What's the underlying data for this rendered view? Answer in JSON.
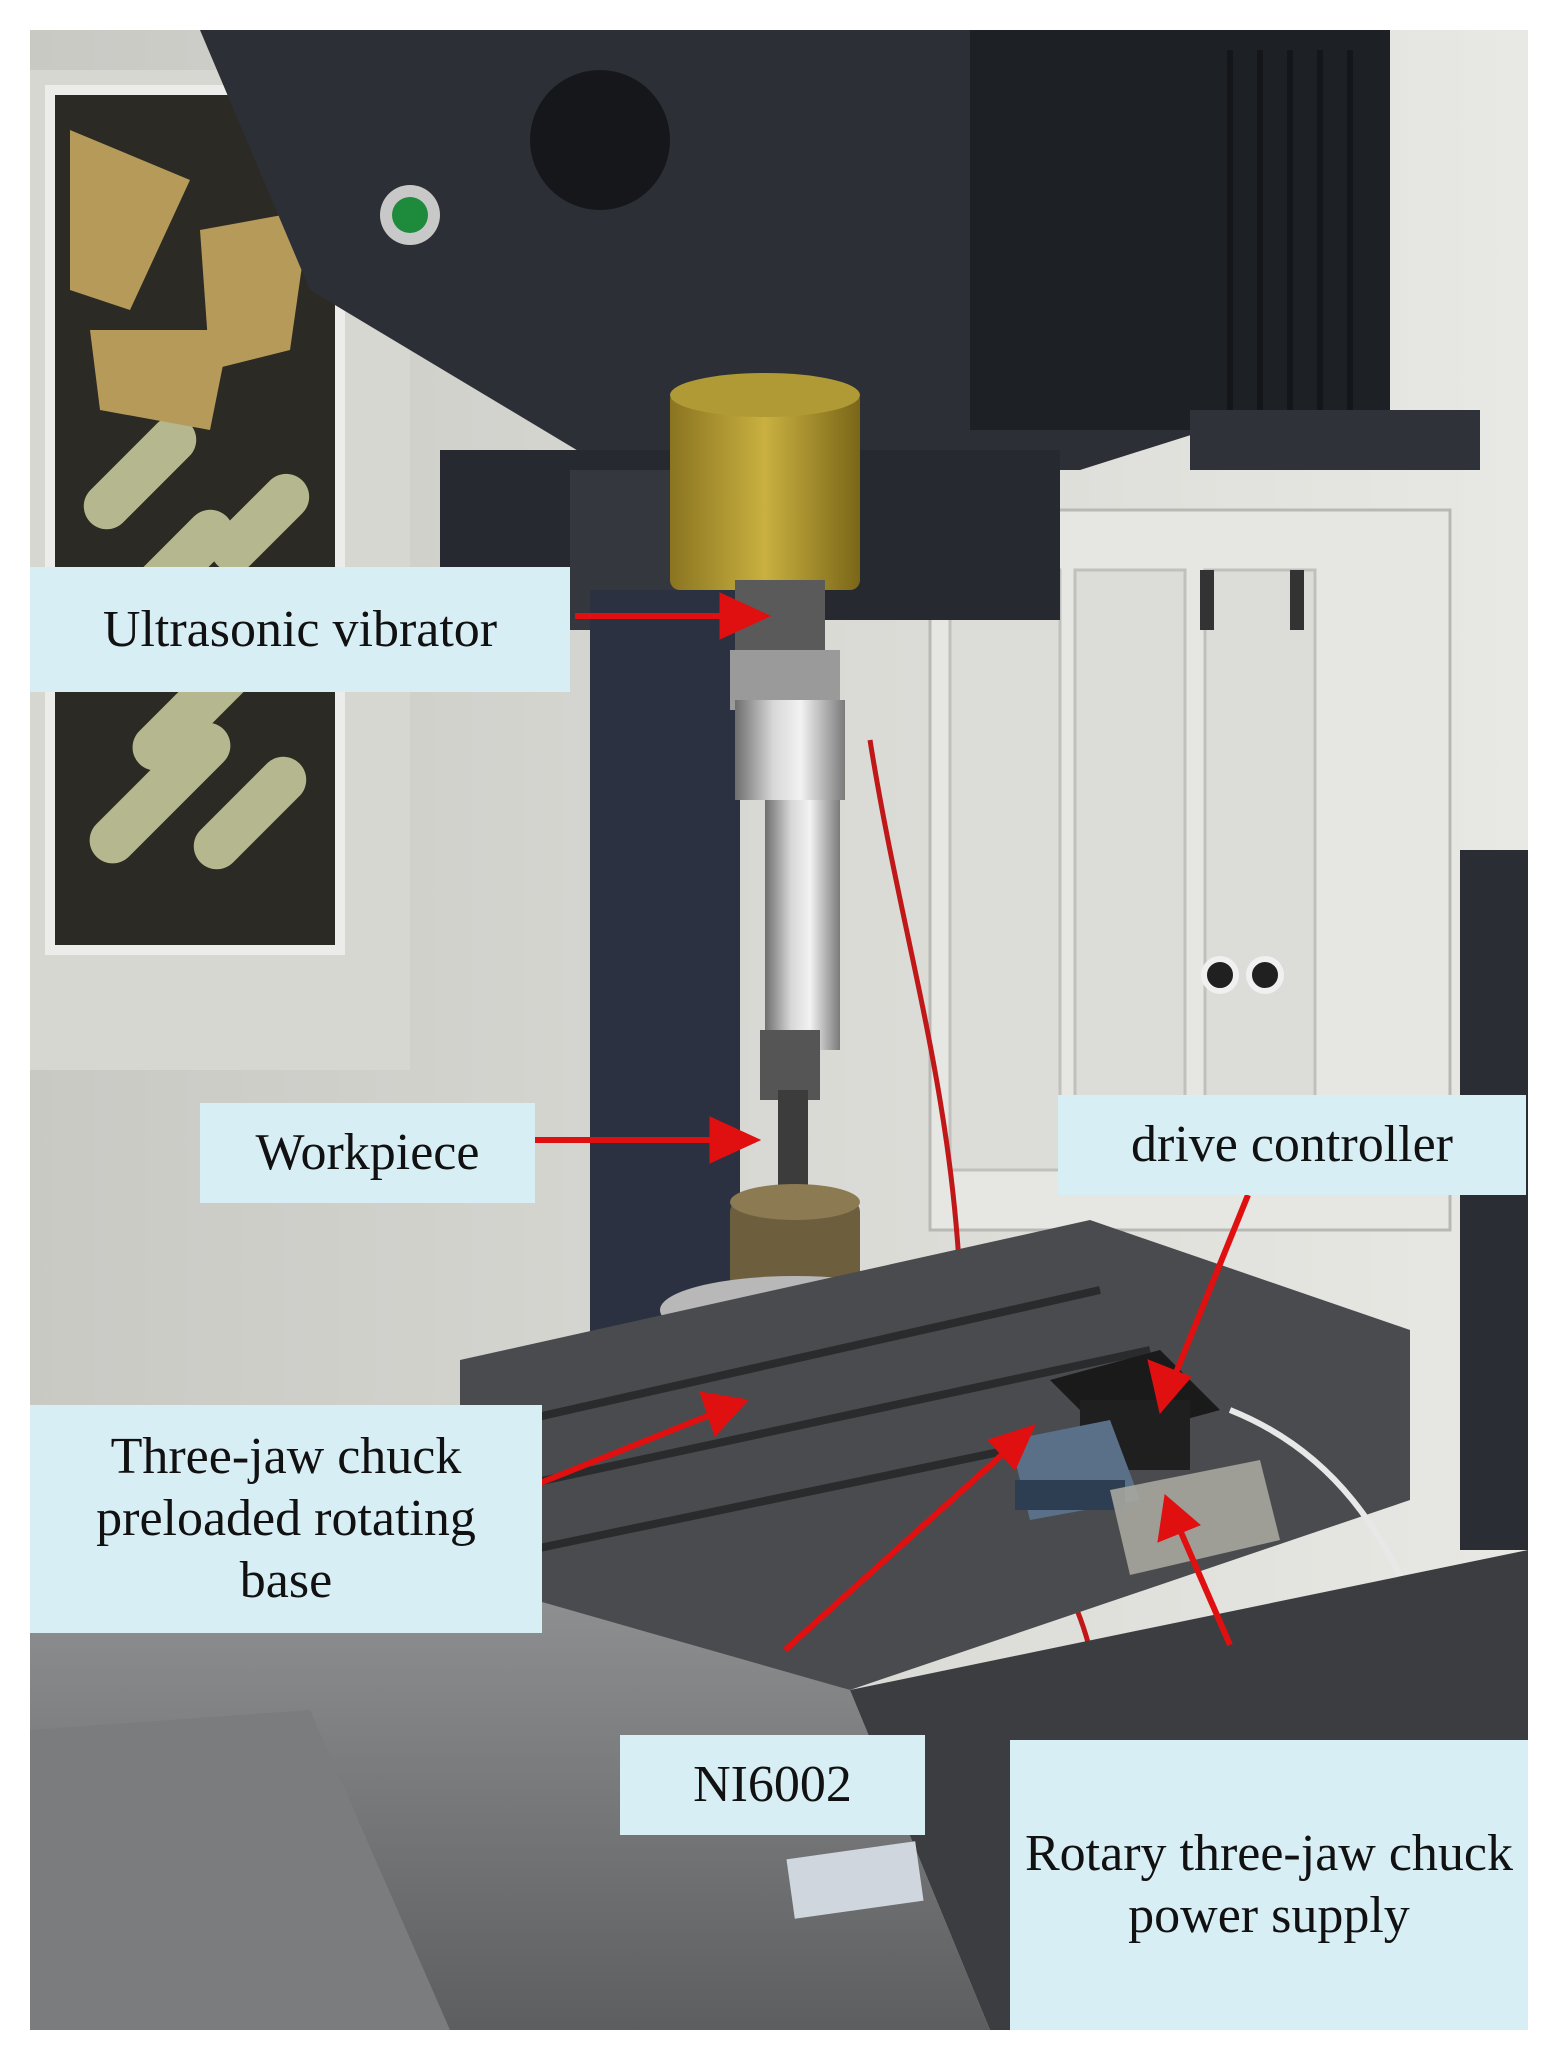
{
  "labels": {
    "ultrasonic_vibrator": "Ultrasonic vibrator",
    "workpiece": "Workpiece",
    "drive_controller": "drive controller",
    "chuck_base": "Three-jaw chuck preloaded rotating base",
    "ni6002": "NI6002",
    "chuck_power_supply": "Rotary three-jaw chuck power supply"
  },
  "colors": {
    "label_bg": "#d8eef5",
    "arrow": "#e01010"
  }
}
